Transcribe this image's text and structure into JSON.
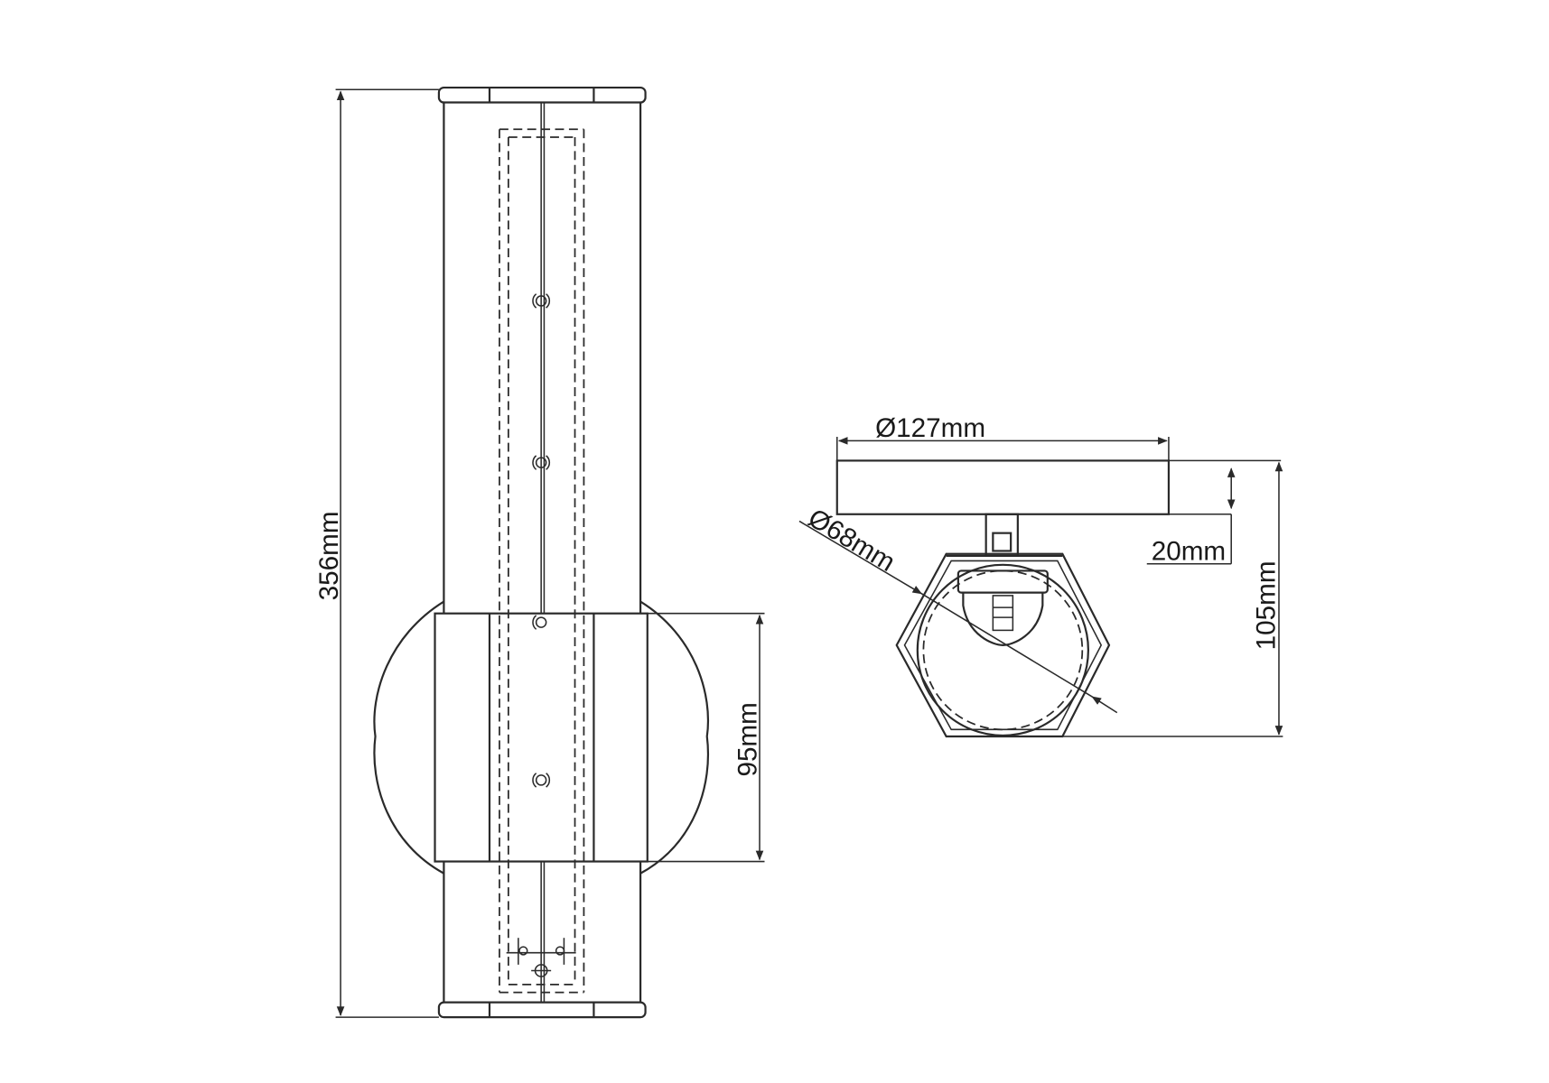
{
  "drawing": {
    "front_view": {
      "height_label": "356mm",
      "band_height_label": "95mm"
    },
    "side_view": {
      "backplate_diameter_label": "Ø127mm",
      "backplate_depth_label": "20mm",
      "projection_label": "105mm",
      "shade_diameter_label": "Ø68mm"
    },
    "colors": {
      "line": "#2a2a2a",
      "background": "#ffffff"
    }
  }
}
